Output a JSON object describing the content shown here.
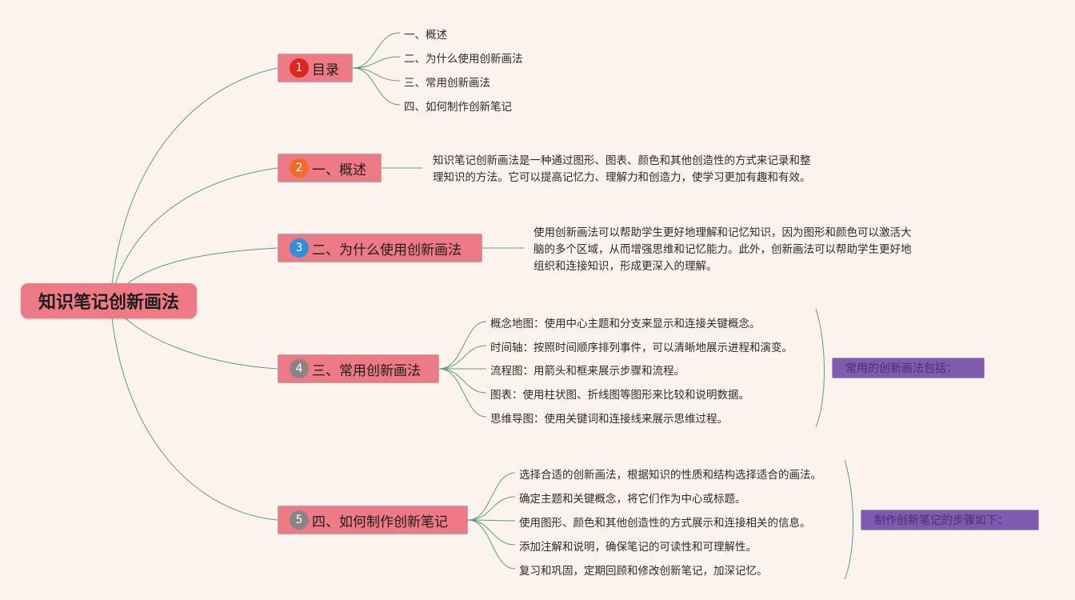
{
  "root": {
    "label": "知识笔记创新画法"
  },
  "branches": [
    {
      "num": "1",
      "label": "目录",
      "badge_color": "#e0251e"
    },
    {
      "num": "2",
      "label": "一、概述",
      "badge_color": "#ef6c2a"
    },
    {
      "num": "3",
      "label": "二、为什么使用创新画法",
      "badge_color": "#2f8fd8"
    },
    {
      "num": "4",
      "label": "三、常用创新画法",
      "badge_color": "#8a8484"
    },
    {
      "num": "5",
      "label": "四、如何制作创新笔记",
      "badge_color": "#8a8484"
    }
  ],
  "toc": [
    "一、概述",
    "二、为什么使用创新画法",
    "三、常用创新画法",
    "四、如何制作创新笔记"
  ],
  "overview": {
    "lines": [
      "知识笔记创新画法是一种通过图形、图表、颜色和其他创造性的方式来记录和整",
      "理知识的方法。它可以提高记忆力、理解力和创造力，使学习更加有趣和有效。"
    ]
  },
  "why": {
    "lines": [
      "使用创新画法可以帮助学生更好地理解和记忆知识，因为图形和颜色可以激活大",
      "脑的多个区域，从而增强思维和记忆能力。此外，创新画法可以帮助学生更好地",
      "组织和连接知识，形成更深入的理解。"
    ]
  },
  "methods": {
    "items": [
      "概念地图：使用中心主题和分支来显示和连接关键概念。",
      "时间轴：按照时间顺序排列事件，可以清晰地展示进程和演变。",
      "流程图：用箭头和框来展示步骤和流程。",
      "图表：使用柱状图、折线图等图形来比较和说明数据。",
      "思维导图：使用关键词和连接线来展示思维过程。"
    ],
    "summary": "常用的创新画法包括："
  },
  "steps": {
    "items": [
      "选择合适的创新画法，根据知识的性质和结构选择适合的画法。",
      "确定主题和关键概念，将它们作为中心或标题。",
      "使用图形、颜色和其他创造性的方式展示和连接相关的信息。",
      "添加注解和说明，确保笔记的可读性和可理解性。",
      "复习和巩固，定期回顾和修改创新笔记，加深记忆。"
    ],
    "summary": "制作创新笔记的步骤如下："
  },
  "colors": {
    "background": "#fdf3ee",
    "node": "#ee7a86",
    "summary": "#7d5cb0",
    "connector": "#5e9a7e"
  }
}
